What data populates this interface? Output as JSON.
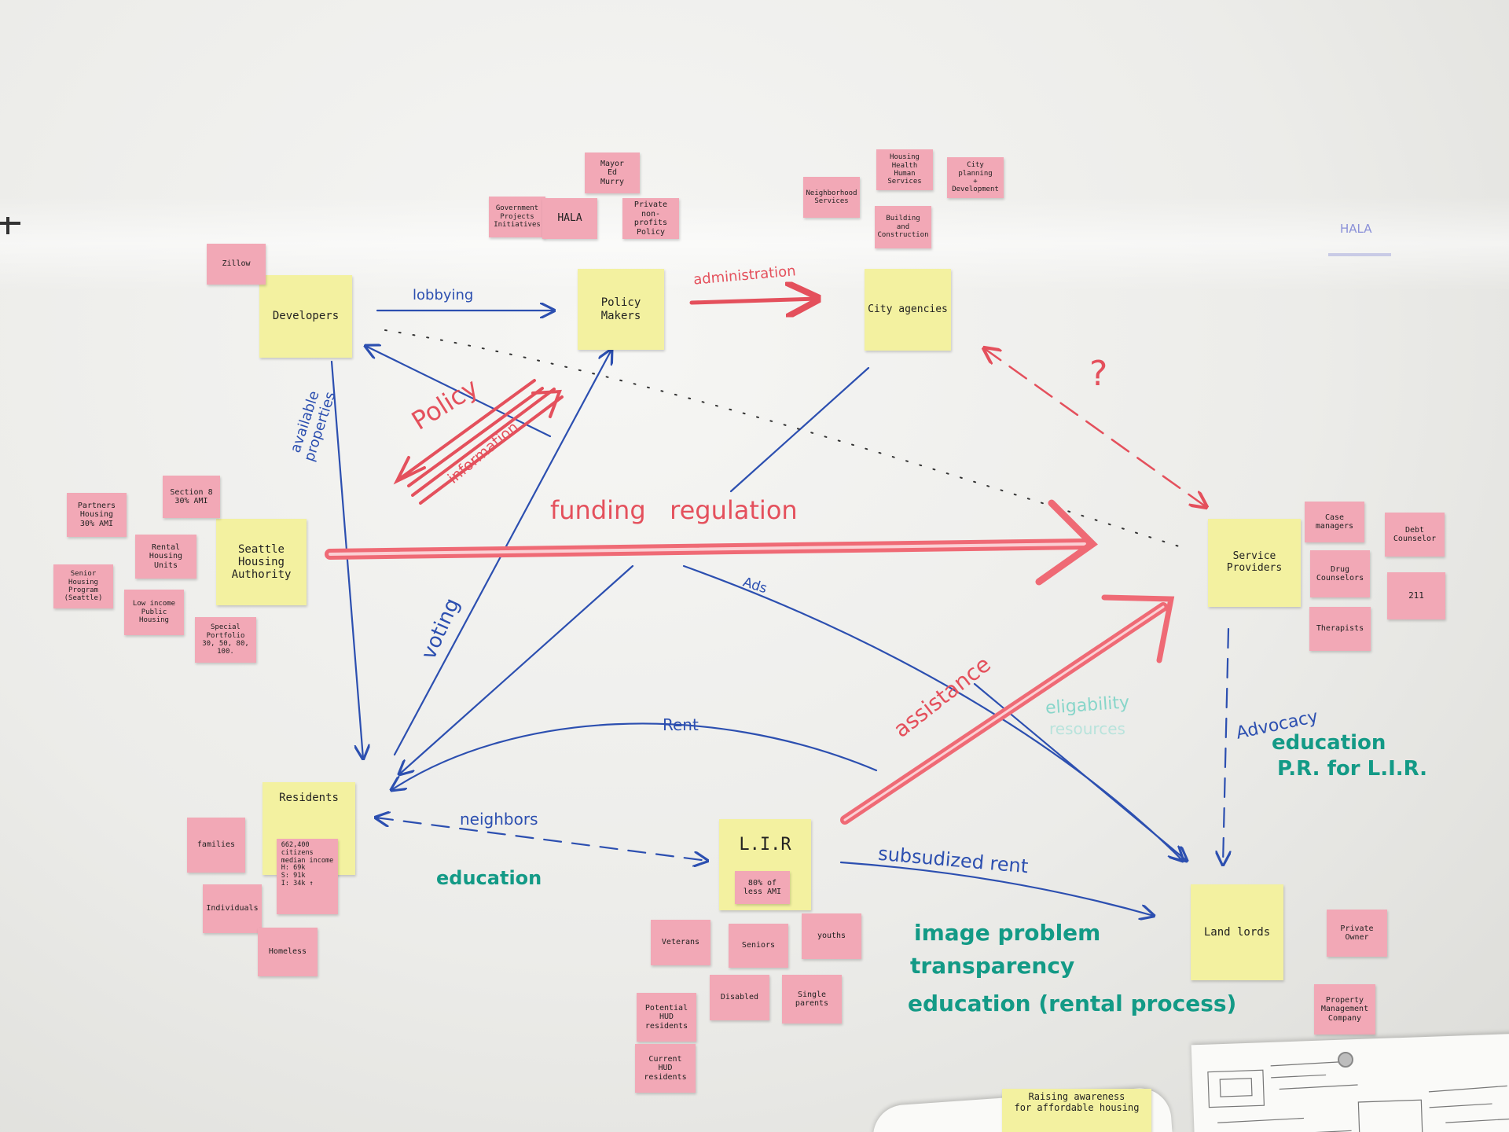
{
  "actors": {
    "developers": "Developers",
    "policy_makers": "Policy\nMakers",
    "city_agencies": "City agencies",
    "seattle_housing": "Seattle\nHousing\nAuthority",
    "service_providers": "Service Providers",
    "residents": "Residents",
    "lir": "L.I.R",
    "landlords": "Land lords"
  },
  "stickies": {
    "zillow": "Zillow",
    "gov_projects": "Government\nProjects\nInitiatives",
    "hala": "HALA",
    "mayor": "Mayor\nEd\nMurry",
    "private_nonprofits": "Private\nnon-profits\nPolicy",
    "neighborhood": "Neighborhood\nServices",
    "housing_health": "Housing\nHealth\nHuman Services",
    "city_planning": "City planning\n+\nDevelopment",
    "building": "Building\nand\nConstruction",
    "partners": "Partners\nHousing\n30% AMI",
    "section8": "Section 8\n30% AMI",
    "rental_housing": "Rental\nHousing\nUnits",
    "senior_housing": "Senior\nHousing\nProgram\n(Seattle)",
    "low_income": "Low income\nPublic\nHousing",
    "special_portfolio": "Special\nPortfolio\n30, 50, 80,\n100.",
    "case_managers": "Case\nmanagers",
    "debt_counselor": "Debt\nCounselor",
    "drug_counselors": "Drug\nCounselors",
    "two11": "211",
    "therapists": "Therapists",
    "families": "families",
    "citizens": "662,400\ncitizens\nmedian income\nH: 69k\nS: 91k\nI: 34k  ↑",
    "individuals": "Individuals",
    "homeless": "Homeless",
    "ami80": "80% of\nless AMI",
    "veterans": "Veterans",
    "seniors": "Seniors",
    "youths": "youths",
    "disabled": "Disabled",
    "single_parents": "Single\nparents",
    "potential_hud": "Potential\nHUD\nresidents",
    "current_hud": "Current\nHUD\nresidents",
    "private_owner": "Private\nOwner",
    "property_mgmt": "Property\nManagement\nCompany",
    "raising_awareness": "Raising awareness\nfor affordable housing"
  },
  "labels": {
    "lobbying": "lobbying",
    "administration": "administration",
    "question": "?",
    "policy": "Policy",
    "information": "information",
    "available_properties": "available\nproperties",
    "funding_regulation": "funding   regulation",
    "voting": "voting",
    "ads": "Ads",
    "rent": "Rent",
    "assistance": "assistance",
    "eligibility": "eligability",
    "resources": "resources",
    "advocacy": "Advocacy",
    "education_pr_1": "education",
    "education_pr_2": "P.R. for L.I.R.",
    "neighbors": "neighbors",
    "education_residents": "education",
    "subsidized_rent": "subsudized rent",
    "image_problem": "image problem",
    "transparency": "transparency",
    "education_rental": "education (rental process)",
    "hala_faint": "HALA"
  },
  "colors": {
    "board": "#eeeeec",
    "yellow_note": "#f3f1a0",
    "pink_note": "#f2a8b6",
    "blue_marker": "#2c4fb0",
    "red_marker": "#e4505c",
    "green_marker": "#139a86",
    "teal_marker": "#88d6ca"
  }
}
